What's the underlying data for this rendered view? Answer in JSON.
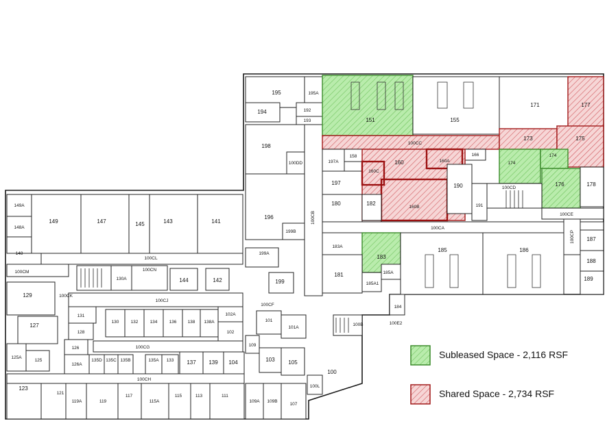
{
  "legend": {
    "subleased": {
      "label": "Subleased Space - 2,116 RSF",
      "color": "#5cc04a"
    },
    "shared": {
      "label": "Shared Space - 2,734 RSF",
      "color": "#d9484f"
    }
  },
  "rooms": {
    "r195": "195",
    "r195A": "195A",
    "r194": "194",
    "r192": "192",
    "r193": "193",
    "r198": "198",
    "r100DD": "100DD",
    "r196": "196",
    "r199B": "199B",
    "r199A": "199A",
    "r199": "199",
    "r100CF": "100CF",
    "r151": "151",
    "r155": "155",
    "r171": "171",
    "r177": "177",
    "r100CC": "100CC",
    "r173": "173",
    "r175": "175",
    "r166": "166",
    "r174": "174",
    "r174b": "174",
    "r176": "176",
    "r178": "178",
    "r100CD": "100CD",
    "r100CE": "100CE",
    "r197A": "197A",
    "r158": "158",
    "r160C": "160C",
    "r160": "160",
    "r160A": "160A",
    "r160B": "160B",
    "r197": "197",
    "r180": "180",
    "r182": "182",
    "r190": "190",
    "r191": "191",
    "r100CA": "100CA",
    "r100CB": "100CB",
    "r183A": "183A",
    "r183": "183",
    "r185A": "185A",
    "r185A1": "185A1",
    "r181": "181",
    "r185": "185",
    "r186": "186",
    "r187": "187",
    "r188": "188",
    "r189": "189",
    "r100CP": "100CP",
    "r184": "184",
    "r100E2": "100E2",
    "r100B": "100B",
    "r149A": "149A",
    "r148A": "148A",
    "r148": "148",
    "r149": "149",
    "r147": "147",
    "r145": "145",
    "r143": "143",
    "r141": "141",
    "r100CL": "100CL",
    "r100CM": "100CM",
    "r100CN": "100CN",
    "r130A": "130A",
    "r144": "144",
    "r142": "142",
    "r100CK": "100CK",
    "r129": "129",
    "r100CJ": "100CJ",
    "r131": "131",
    "r130": "130",
    "r132": "132",
    "r134": "134",
    "r136": "136",
    "r138": "138",
    "r138A": "138A",
    "r102A": "102A",
    "r102": "102",
    "r101": "101",
    "r101A": "101A",
    "r127": "127",
    "r128": "128",
    "r126": "126",
    "r100CG": "100CG",
    "r125A": "125A",
    "r125": "125",
    "r126A": "126A",
    "r135D": "135D",
    "r135C": "135C",
    "r135B": "135B",
    "r135A": "135A",
    "r133": "133",
    "r137": "137",
    "r139": "139",
    "r104": "104",
    "r109": "109",
    "r103": "103",
    "r105": "105",
    "r100": "100",
    "r100CH": "100CH",
    "r123": "123",
    "r121": "121",
    "r119A": "119A",
    "r119": "119",
    "r117": "117",
    "r115A": "115A",
    "r115": "115",
    "r113": "113",
    "r111": "111",
    "r109A": "109A",
    "r109B": "109B",
    "r107": "107",
    "r100L": "100L"
  }
}
